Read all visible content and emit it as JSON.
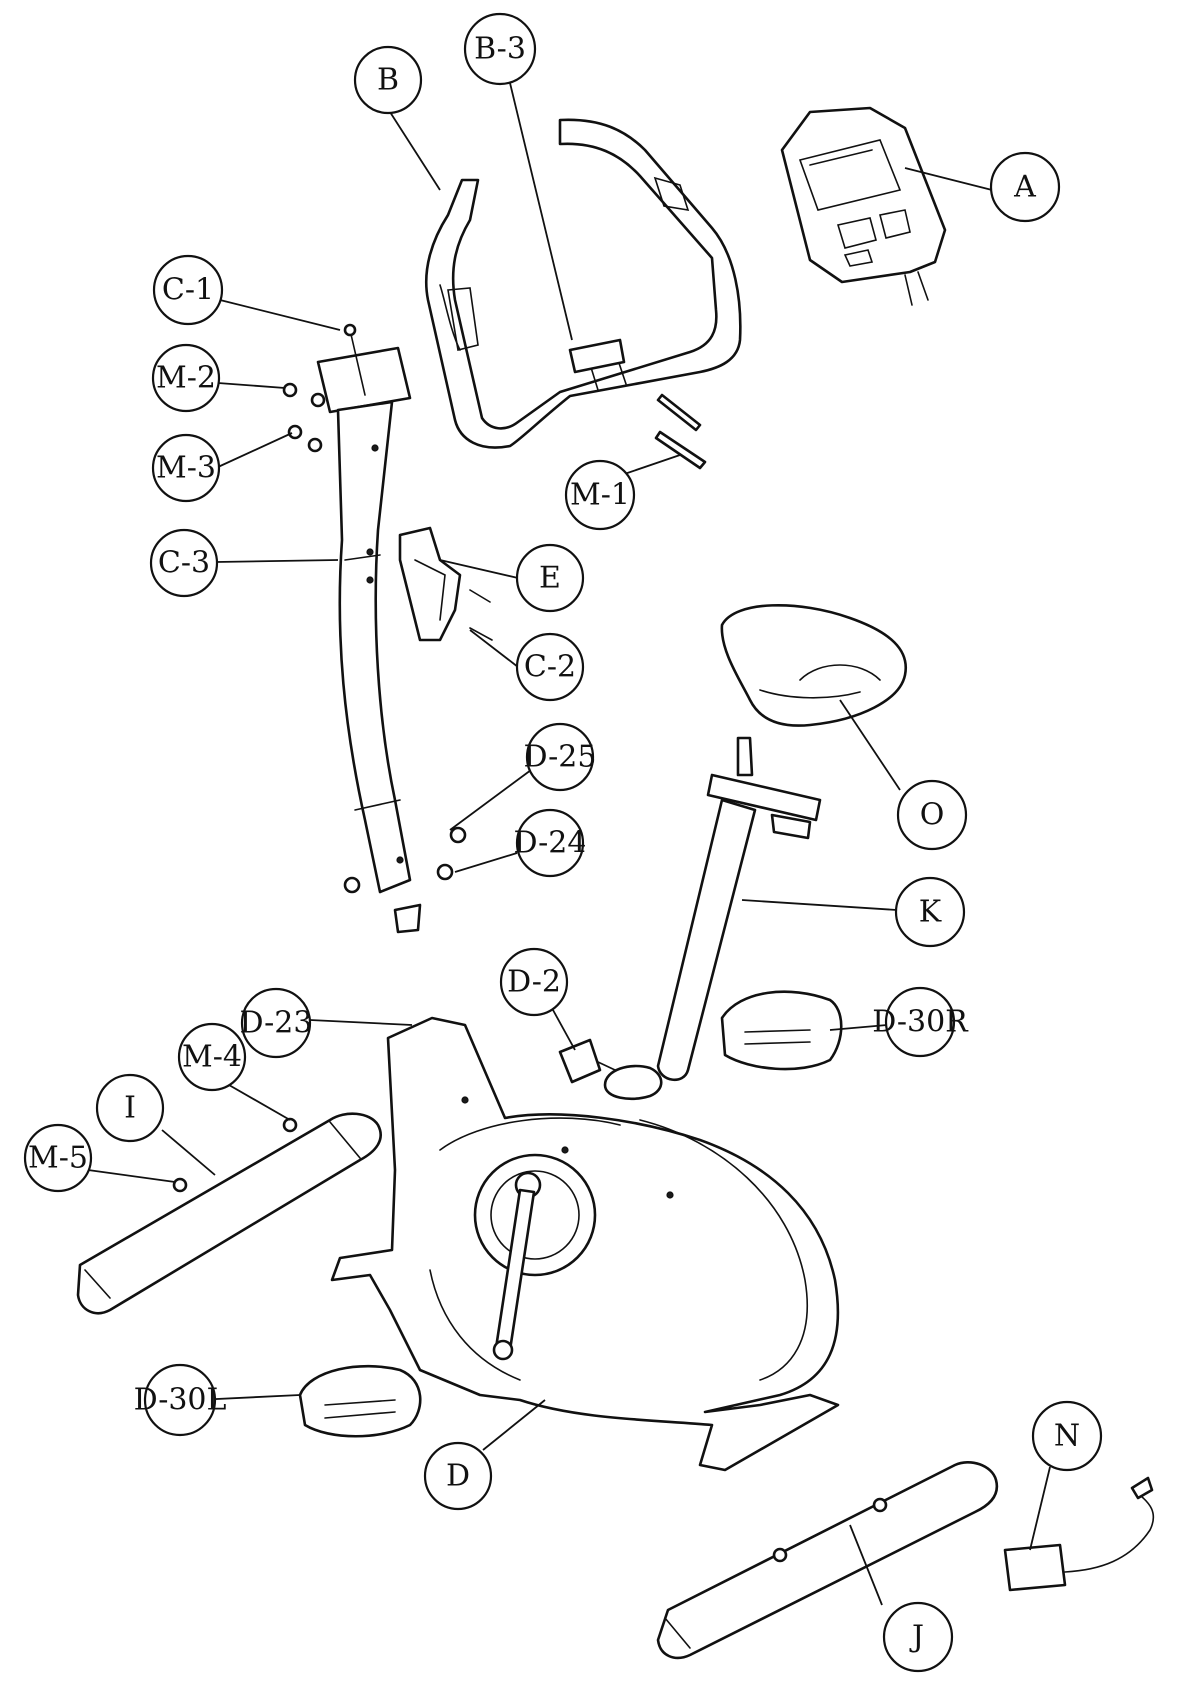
{
  "callouts": {
    "B": "B",
    "B3": "B-3",
    "A": "A",
    "C1": "C-1",
    "M2": "M-2",
    "M3": "M-3",
    "C3": "C-3",
    "M1": "M-1",
    "E": "E",
    "C2": "C-2",
    "D25": "D-25",
    "D24": "D-24",
    "O": "O",
    "K": "K",
    "D2": "D-2",
    "D23": "D-23",
    "D30R": "D-30R",
    "M4": "M-4",
    "I": "I",
    "M5": "M-5",
    "D30L": "D-30L",
    "D": "D",
    "N": "N",
    "J": "J"
  }
}
